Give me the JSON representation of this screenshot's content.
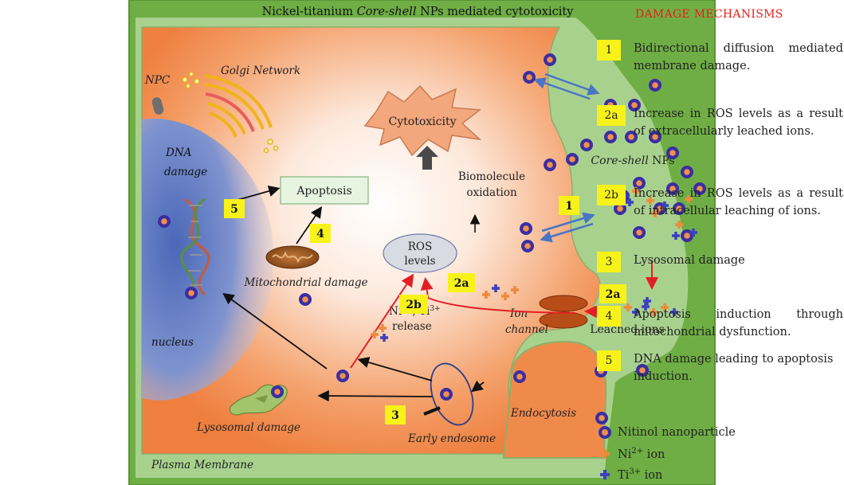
{
  "title": {
    "prefix": "Nickel-titanium ",
    "italic": "Core-shell",
    "suffix": " NPs mediated cytotoxicity"
  },
  "labels": {
    "npc": "NPC",
    "golgi": "Golgi Network",
    "dna1": "DNA",
    "dna2": "damage",
    "nucleus": "nucleus",
    "cytotoxicity": "Cytotoxicity",
    "biomolecule1": "Biomolecule",
    "biomolecule2": "oxidation",
    "apoptosis": "Apoptosis",
    "ros1": "ROS",
    "ros2": "levels",
    "mito": "Mitochondrial damage",
    "release_ni": "Ni",
    "release_ni_sup": "2+",
    "release_ti": ", Ti",
    "release_ti_sup": "3+",
    "release2": "release",
    "ion1": "Ion",
    "ion2": "channel",
    "leached": "Leached ions",
    "coreshell_italic": "Core-shell",
    "coreshell_rest": " NPs",
    "endocytosis": "Endocytosis",
    "early_endosome": "Early endosome",
    "lysosomal": "Lysosomal damage",
    "plasma": "Plasma Membrane"
  },
  "badges": {
    "b1": "1",
    "b2a_left": "2a",
    "b2a_right": "2a",
    "b2b": "2b",
    "b3": "3",
    "b4": "4",
    "b5": "5"
  },
  "legend": {
    "title": "DAMAGE MECHANISMS",
    "mechanisms": [
      {
        "badge": "1",
        "text": "Bidirectional diffusion mediated membrane damage."
      },
      {
        "badge": "2a",
        "text": "Increase in ROS levels as a result of extracellularly leached ions."
      },
      {
        "badge": "2b",
        "text": "Increase in ROS levels as a result of intracellular leaching of ions."
      },
      {
        "badge": "3",
        "text": "Lysosomal damage"
      },
      {
        "badge": "4",
        "text": "Apoptosis induction through mitochondrial dysfunction."
      },
      {
        "badge": "5",
        "text": "DNA damage leading to apoptosis induction."
      }
    ],
    "nitinol": "Nitinol nanoparticle",
    "ni_ion": "Ni",
    "ni_sup": "2+",
    "ni_rest": " ion",
    "ti_ion": "Ti",
    "ti_sup": "3+",
    "ti_rest": " ion"
  },
  "colors": {
    "outer_green": "#6fae44",
    "membrane_green": "#a9d18e",
    "cell_orange": "#f08a4b",
    "nucleus_blue": "#5b79c4",
    "np_blue": "#3a2ea3",
    "np_orange": "#f0904a",
    "ni_color": "#ee8a3c",
    "ti_color": "#3b3fc0",
    "badge_yellow": "#f7f31a",
    "red_arrow": "#e31e24",
    "legend_title": "#e8201a"
  }
}
